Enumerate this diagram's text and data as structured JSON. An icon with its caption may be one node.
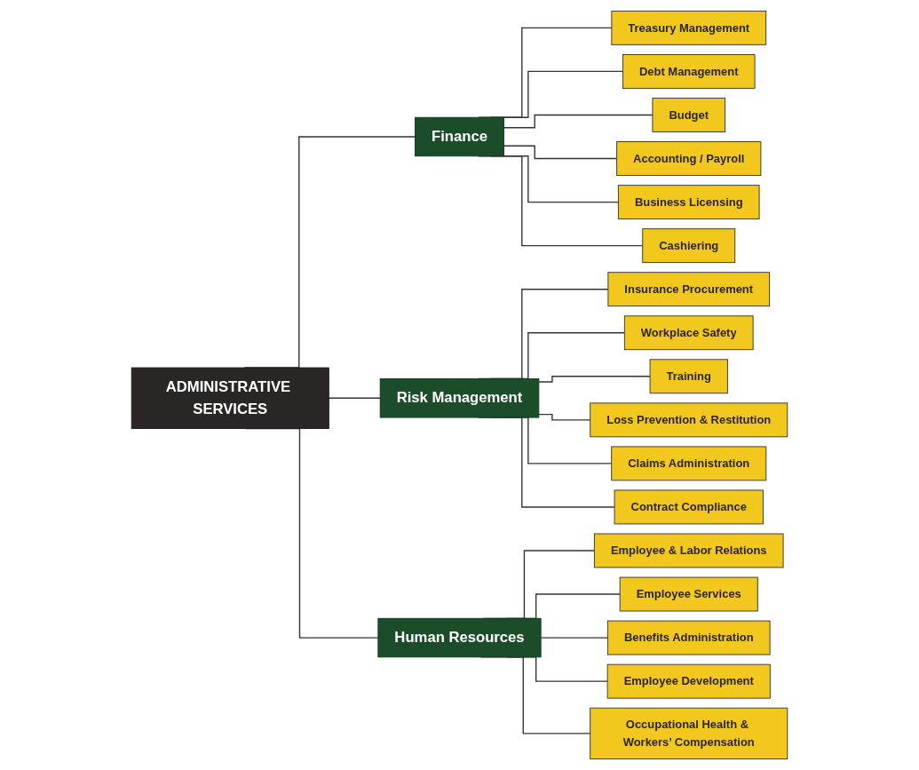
{
  "diagram": {
    "nodes": [
      {
        "text": [
          "ADMINISTRATIVE SERVICES"
        ]
      },
      {
        "text": [
          "Finance"
        ]
      },
      {
        "text": [
          "Risk Management"
        ]
      },
      {
        "text": [
          "Human Resources"
        ]
      },
      {
        "text": [
          "Treasury Management"
        ]
      },
      {
        "text": [
          "Debt Management"
        ]
      },
      {
        "text": [
          "Budget"
        ]
      },
      {
        "text": [
          "Accounting / Payroll"
        ]
      },
      {
        "text": [
          "Business Licensing"
        ]
      },
      {
        "text": [
          "Cashiering"
        ]
      },
      {
        "text": [
          "Insurance Procurement"
        ]
      },
      {
        "text": [
          "Workplace Safety"
        ]
      },
      {
        "text": [
          "Training"
        ]
      },
      {
        "text": [
          "Loss Prevention & Restitution"
        ]
      },
      {
        "text": [
          "Claims Administration"
        ]
      },
      {
        "text": [
          "Contract Compliance"
        ]
      },
      {
        "text": [
          "Employee & Labor Relations"
        ]
      },
      {
        "text": [
          "Employee Services"
        ]
      },
      {
        "text": [
          "Benefits Administration"
        ]
      },
      {
        "text": [
          "Employee Development"
        ]
      },
      {
        "text": [
          "Occupational Health & Workers’ Compensation"
        ]
      }
    ],
    "edges": [
      {
        "from": 0,
        "to": 1,
        "arrow": "none"
      },
      {
        "from": 0,
        "to": 2,
        "arrow": "none"
      },
      {
        "from": 0,
        "to": 3,
        "arrow": "none"
      },
      {
        "from": 1,
        "to": 4,
        "arrow": "none"
      },
      {
        "from": 1,
        "to": 5,
        "arrow": "none"
      },
      {
        "from": 1,
        "to": 6,
        "arrow": "none"
      },
      {
        "from": 1,
        "to": 7,
        "arrow": "none"
      },
      {
        "from": 1,
        "to": 8,
        "arrow": "none"
      },
      {
        "from": 1,
        "to": 9,
        "arrow": "none"
      },
      {
        "from": 2,
        "to": 10,
        "arrow": "none"
      },
      {
        "from": 2,
        "to": 11,
        "arrow": "none"
      },
      {
        "from": 2,
        "to": 12,
        "arrow": "none"
      },
      {
        "from": 2,
        "to": 13,
        "arrow": "none"
      },
      {
        "from": 2,
        "to": 14,
        "arrow": "none"
      },
      {
        "from": 2,
        "to": 15,
        "arrow": "none"
      },
      {
        "from": 3,
        "to": 16,
        "arrow": "none"
      },
      {
        "from": 3,
        "to": 17,
        "arrow": "none"
      },
      {
        "from": 3,
        "to": 18,
        "arrow": "none"
      },
      {
        "from": 3,
        "to": 19,
        "arrow": "none"
      },
      {
        "from": 3,
        "to": 20,
        "arrow": "none"
      }
    ]
  }
}
